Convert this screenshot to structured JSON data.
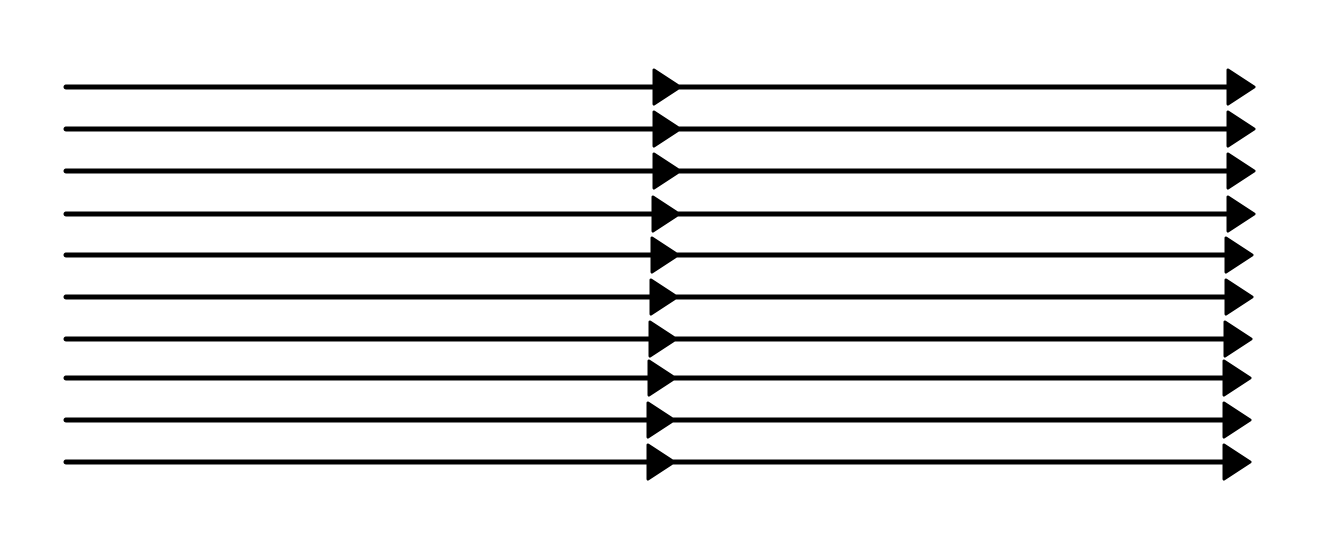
{
  "diagram": {
    "kind": "parallel-arrow-field",
    "line_color": "#000000",
    "background_color": "#ffffff",
    "rows": 10,
    "arrowheads_per_row": 2
  }
}
